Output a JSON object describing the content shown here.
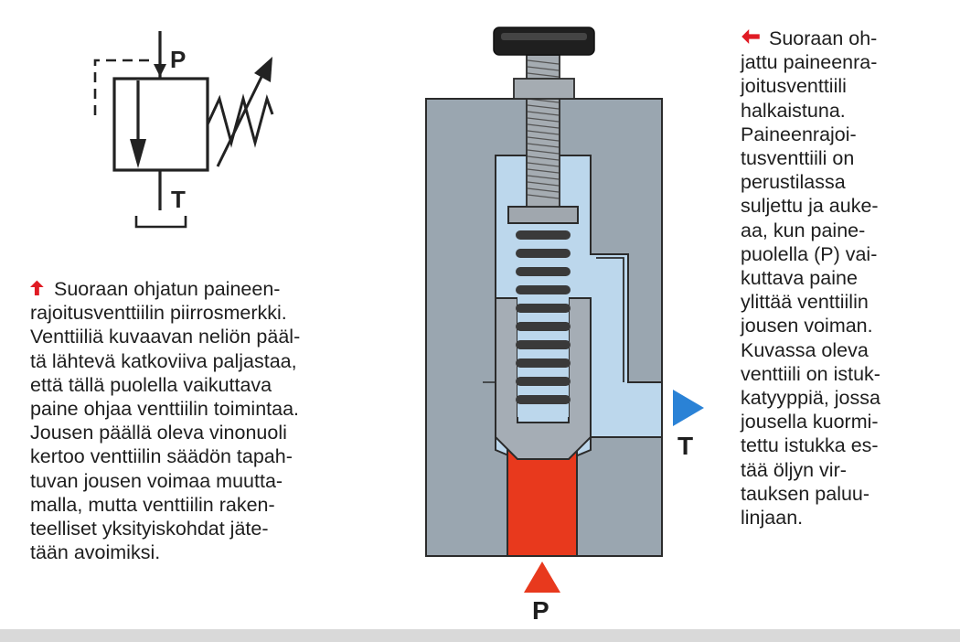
{
  "colors": {
    "body_gray": "#9aa6b0",
    "fluid_light_blue": "#bcd7ec",
    "pressure_red": "#e8391d",
    "arrow_blue": "#2a82d6",
    "outline_dark": "#222222",
    "text_dark": "#1e1e1e"
  },
  "symbol": {
    "port_p_label": "P",
    "port_t_label": "T"
  },
  "cross_section": {
    "port_p_label": "P",
    "port_t_label": "T"
  },
  "left_caption": {
    "marker_icon": "arrow-up-icon",
    "lines": [
      "Suoraan ohjatun paineen-",
      "rajoitusventtiilin piirrosmerkki.",
      "Venttiiliä kuvaavan neliön pääl-",
      "tä lähtevä katkoviiva paljastaa,",
      "että tällä puolella vaikuttava",
      "paine ohjaa venttiilin toimintaa.",
      "Jousen päällä oleva vinonuoli",
      "kertoo venttiilin säädön tapah-",
      "tuvan jousen voimaa muutta-",
      "malla, mutta venttiilin raken-",
      "teelliset yksityiskohdat jäte-",
      "tään avoimiksi."
    ]
  },
  "right_caption": {
    "marker_icon": "arrow-left-icon",
    "lines": [
      "Suoraan oh-",
      "jattu paineenra-",
      "joitusventtiili",
      "halkaistuna.",
      "Paineenrajoi-",
      "tusventtiili on",
      "perustilassa",
      "suljettu ja auke-",
      "aa, kun paine-",
      "puolella (P) vai-",
      "kuttava paine",
      "ylittää venttiilin",
      "jousen voiman.",
      "Kuvassa oleva",
      "venttiili on istuk-",
      "katyyppiä, jossa",
      "jousella kuormi-",
      "tettu istukka es-",
      "tää öljyn vir-",
      "tauksen paluu-",
      "linjaan."
    ]
  }
}
